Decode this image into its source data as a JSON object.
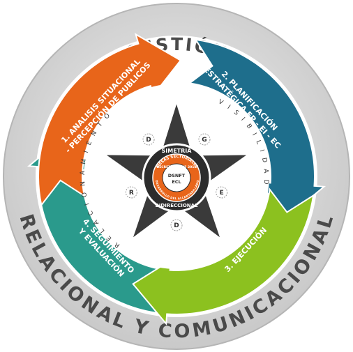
{
  "outer_ring": {
    "top_label": "GESTIÓN",
    "bottom_label": "RELACIONAL Y COMUNICACIONAL"
  },
  "phases": [
    {
      "line1": "1. ANALISIS SITUACIONAL",
      "line2": "- PERCEPCIÓN DE PUBLICOS",
      "color": "#e8651a"
    },
    {
      "line1": "2. PLANIFICACIÓN",
      "line2": "ESTRATÉGICA EP - EI - EC",
      "color": "#1e6e8c"
    },
    {
      "line1": "3. EJECUCIÓN",
      "line2": "",
      "color": "#8cc11f"
    },
    {
      "line1": "4. SEGUIMIENTO",
      "line2": "Y EVALUACIÓN",
      "color": "#2a9a8c"
    }
  ],
  "inner_ring": {
    "right_text": "V I S I B I L I D A D",
    "left_text": "R E L A C I O N A M I E N T O",
    "color": "#262626"
  },
  "star": {
    "points": [
      "G",
      "E",
      "D",
      "R",
      "D"
    ],
    "color": "#3a3a3a"
  },
  "hub": {
    "top_label": "SIMETRIA",
    "bottom_label": "BIDIRECCIONAL",
    "ring_text": "MESAS SECTORIALES",
    "decree_text": "DECRETO 003 DE 2016",
    "ring_bottom_text": "DESARROLLO DEL ALCANTARILLADO",
    "center_line1": "DSNFT",
    "center_line2": "ECL",
    "orange": "#e8651a"
  }
}
